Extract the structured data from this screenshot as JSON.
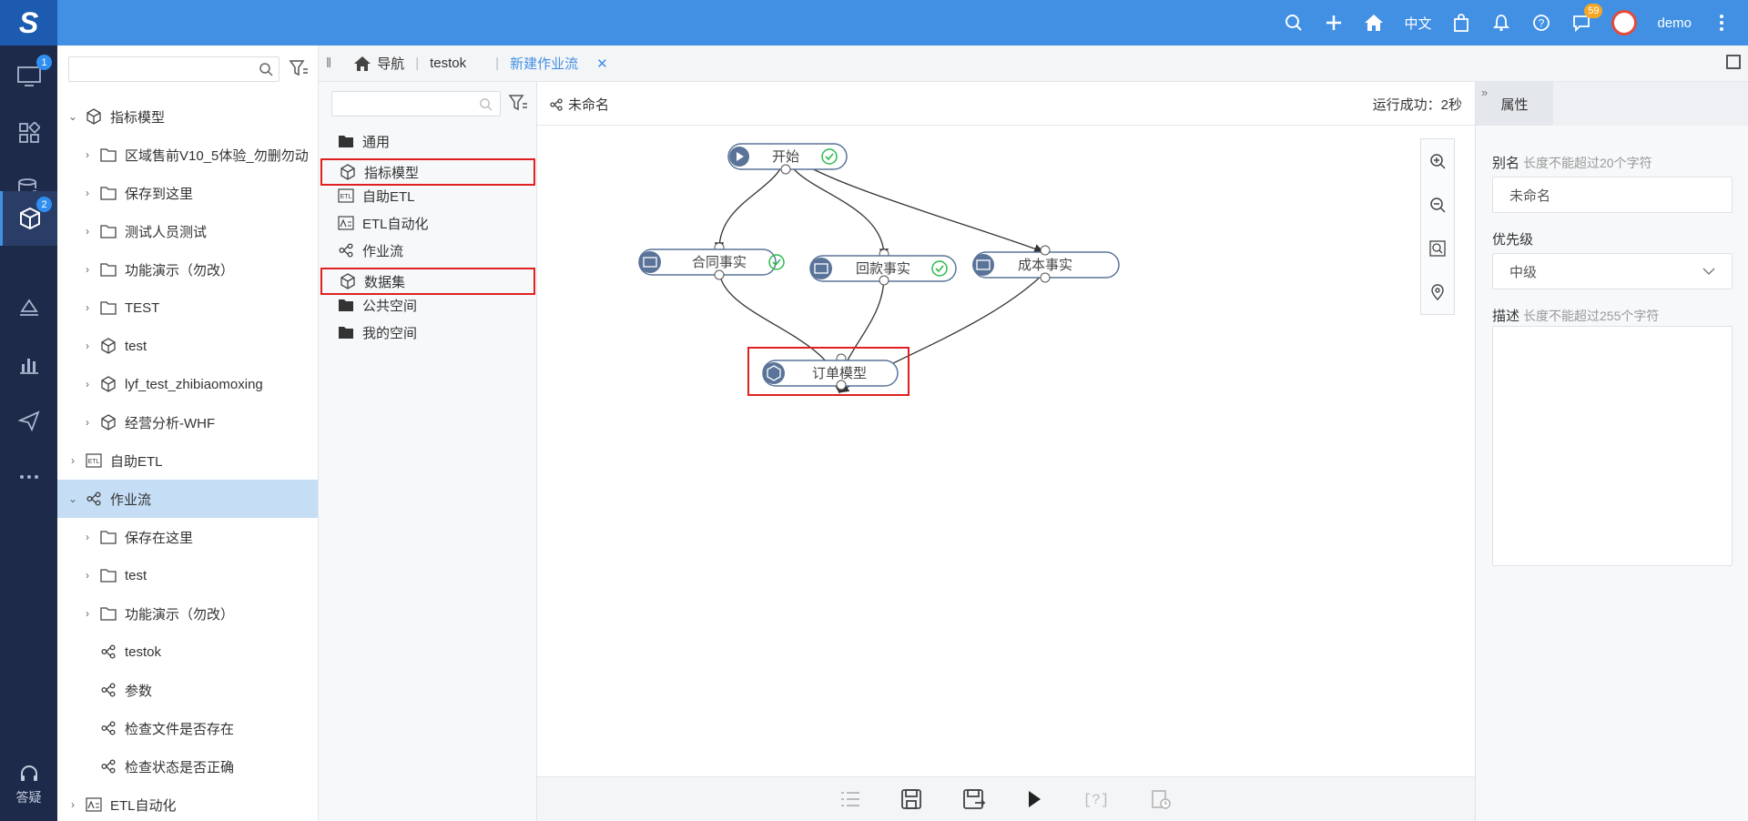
{
  "app": {
    "logo": "S"
  },
  "topbar": {
    "lang": "中文",
    "message_count": "59",
    "user": "demo"
  },
  "leftnav": {
    "badges": {
      "monitor": "1",
      "model": "2"
    },
    "help_label": "答疑"
  },
  "tree": {
    "items": [
      {
        "label": "指标模型",
        "level": 0,
        "icon": "cube-icon",
        "expanded": true
      },
      {
        "label": "区域售前V10_5体验_勿删勿动",
        "level": 1,
        "icon": "folder-icon"
      },
      {
        "label": "保存到这里",
        "level": 1,
        "icon": "folder-icon"
      },
      {
        "label": "测试人员测试",
        "level": 1,
        "icon": "folder-icon"
      },
      {
        "label": "功能演示（勿改）",
        "level": 1,
        "icon": "folder-icon"
      },
      {
        "label": "TEST",
        "level": 1,
        "icon": "folder-icon"
      },
      {
        "label": "test",
        "level": 1,
        "icon": "cube-icon"
      },
      {
        "label": "lyf_test_zhibiaomoxing",
        "level": 1,
        "icon": "cube-icon"
      },
      {
        "label": "经营分析-WHF",
        "level": 1,
        "icon": "cube-icon"
      },
      {
        "label": "自助ETL",
        "level": 0,
        "icon": "etl-icon"
      },
      {
        "label": "作业流",
        "level": 0,
        "icon": "flow-icon",
        "expanded": true,
        "selected": true
      },
      {
        "label": "保存在这里",
        "level": 1,
        "icon": "folder-icon"
      },
      {
        "label": "test",
        "level": 1,
        "icon": "folder-icon"
      },
      {
        "label": "功能演示（勿改）",
        "level": 1,
        "icon": "folder-icon"
      },
      {
        "label": "testok",
        "level": 2,
        "icon": "flow-icon"
      },
      {
        "label": "参数",
        "level": 2,
        "icon": "flow-icon"
      },
      {
        "label": "检查文件是否存在",
        "level": 2,
        "icon": "flow-icon"
      },
      {
        "label": "检查状态是否正确",
        "level": 2,
        "icon": "flow-icon"
      },
      {
        "label": "ETL自动化",
        "level": 0,
        "icon": "etl-auto-icon"
      }
    ]
  },
  "tabs": {
    "nav": "导航",
    "testok": "testok",
    "new_flow": "新建作业流"
  },
  "palette": {
    "items": [
      {
        "label": "通用",
        "icon": "folder-icon"
      },
      {
        "label": "指标模型",
        "icon": "cube-icon",
        "highlight": true
      },
      {
        "label": "自助ETL",
        "icon": "etl-icon"
      },
      {
        "label": "ETL自动化",
        "icon": "etl-auto-icon"
      },
      {
        "label": "作业流",
        "icon": "flow-icon"
      },
      {
        "label": "数据集",
        "icon": "cube-icon",
        "highlight": true
      },
      {
        "label": "公共空间",
        "icon": "folder-icon"
      },
      {
        "label": "我的空间",
        "icon": "folder-icon"
      }
    ]
  },
  "canvas": {
    "flow_name": "未命名",
    "status": "运行成功：2秒",
    "nodes": {
      "start": "开始",
      "contract": "合同事实",
      "payment": "回款事实",
      "cost": "成本事实",
      "order": "订单模型"
    }
  },
  "props": {
    "tab": "属性",
    "alias_label": "别名",
    "alias_hint": "长度不能超过20个字符",
    "alias_value": "未命名",
    "priority_label": "优先级",
    "priority_value": "中级",
    "desc_label": "描述",
    "desc_hint": "长度不能超过255个字符"
  },
  "colors": {
    "topbar": "#4290e4",
    "nav": "#1e2a4a",
    "highlight": "#e02020",
    "success": "#2dbb4e"
  }
}
